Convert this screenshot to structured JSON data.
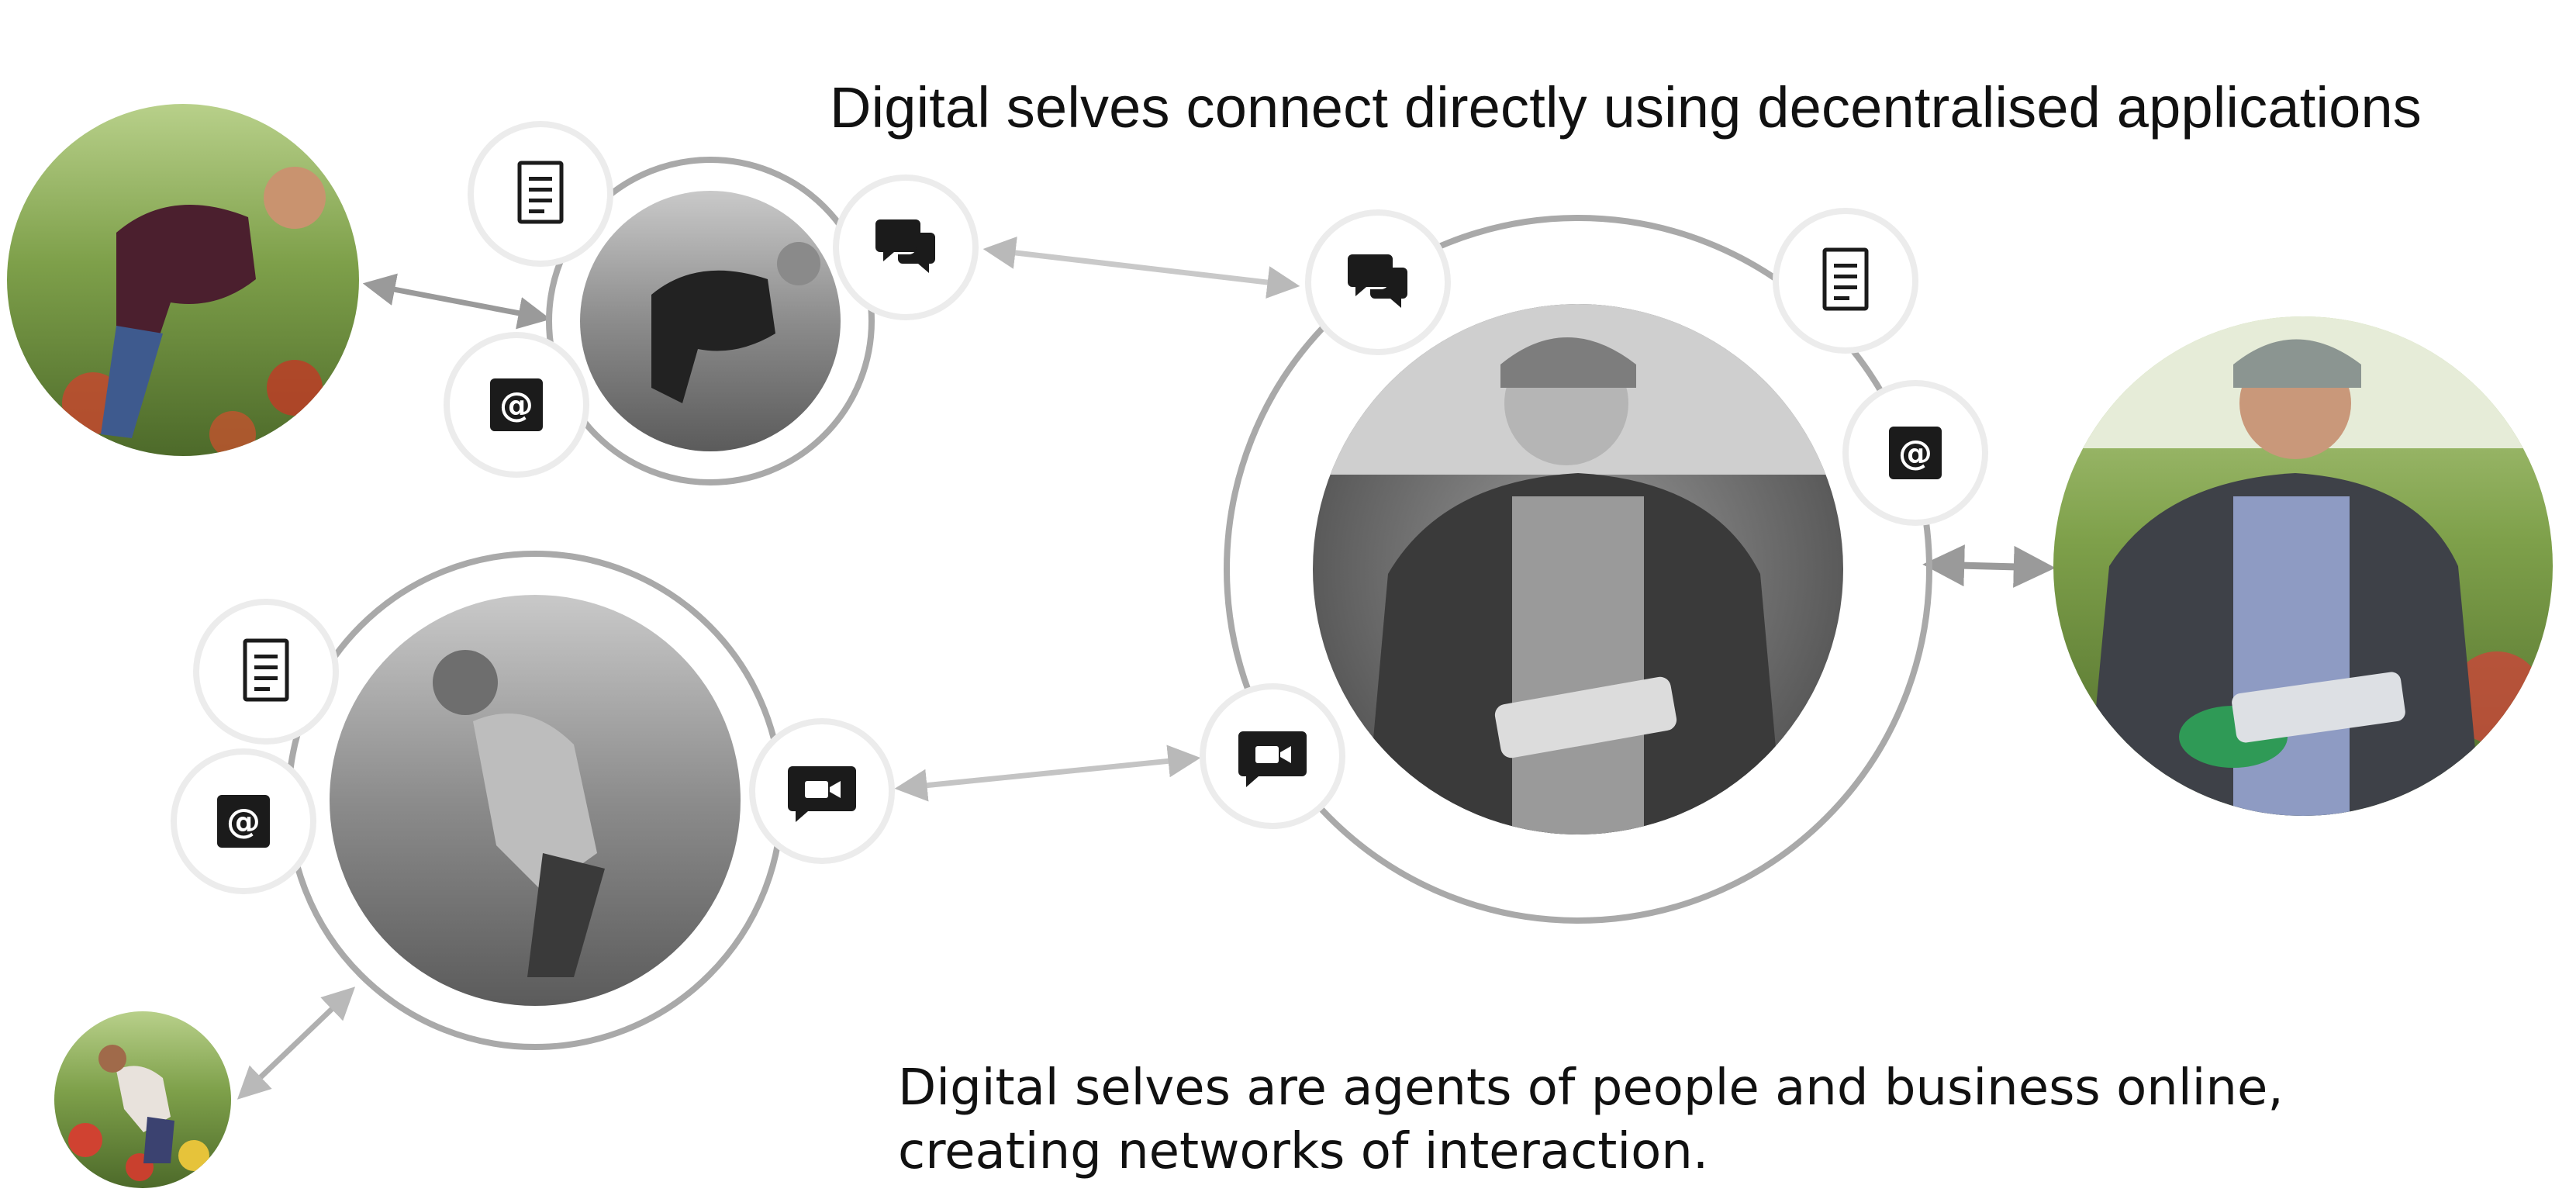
{
  "headline": "Digital selves connect directly using decentralised applications",
  "caption": {
    "line1": "Digital selves are agents of people and business online,",
    "line2": "creating networks of interaction."
  },
  "colors": {
    "ring": "#a9a9a9",
    "badge_border": "#ececec",
    "connector": "#b9b9b9",
    "connector_dark": "#9a9a9a",
    "icon": "#1b1b1b",
    "text": "#111111"
  },
  "icons": {
    "document": "document-icon",
    "email": "at-sign-icon",
    "chat": "chat-bubbles-icon",
    "video": "video-call-icon"
  },
  "photos": [
    "farmer-bending-in-field-color",
    "farmer-bending-in-field-grayscale",
    "farmer-with-tablet-grayscale",
    "farmer-with-tablet-color",
    "woman-in-flower-field-grayscale",
    "woman-in-flower-field-color"
  ]
}
